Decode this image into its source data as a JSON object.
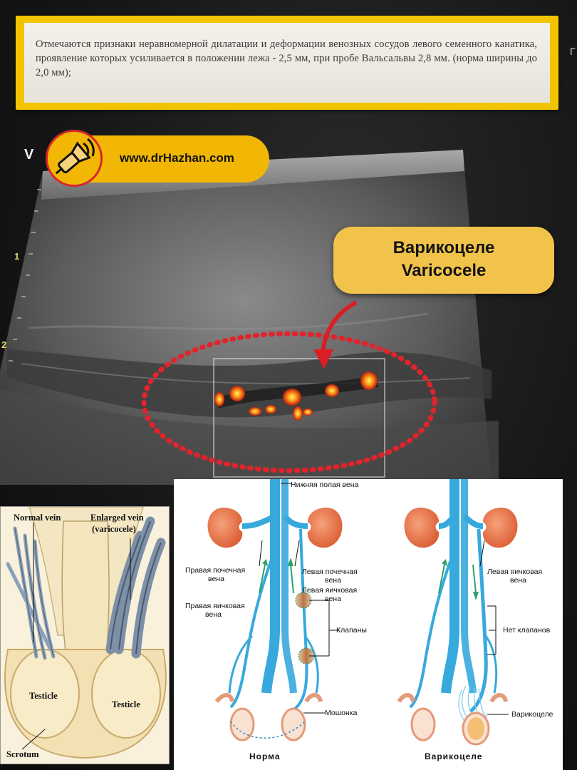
{
  "report": {
    "text": "Отмечаются признаки неравномерной дилатации и деформации венозных сосудов левого семенного канатика, проявление которых усиливается в положении лежа - 2,5 мм, при пробе Вальсальвы 2,8 мм. (норма ширины до 2,0 мм);"
  },
  "ultrasound": {
    "marker": "V",
    "depth_labels": [
      "1",
      "2"
    ]
  },
  "website": {
    "label": "www.drHazhan.com",
    "icon": "ultrasound-probe-icon"
  },
  "callout": {
    "line1": "Варикоцеле",
    "line2": "Varicocele"
  },
  "left_illustration": {
    "normal_vein": "Normal vein",
    "enlarged_vein_1": "Enlarged vein",
    "enlarged_vein_2": "(varicocele)",
    "testicle_left": "Testicle",
    "testicle_right": "Testicle",
    "scrotum": "Scrotum"
  },
  "right_diagram": {
    "ivc": "Нижняя полая вена",
    "right_renal_1": "Правая почечная",
    "right_renal_2": "вена",
    "left_renal_1": "Левая почечная",
    "left_renal_2": "вена",
    "left_testicular_1": "Левая яичковая",
    "left_testicular_2": "вена",
    "right_testicular_1": "Правая яичковая",
    "right_testicular_2": "вена",
    "valves": "Клапаны",
    "scrotum": "Мошонка",
    "left_testicular_b1": "Левая яичковая",
    "left_testicular_b2": "вена",
    "no_valves": "Нет клапанов",
    "varicocele": "Варикоцеле",
    "caption_normal": "Норма",
    "caption_varicocele": "Варикоцеле"
  },
  "colors": {
    "accent_yellow": "#f2b705",
    "callout_yellow": "#f2c34a",
    "dotted_red": "#e0242b",
    "vein_blue": "#37a9dc",
    "kidney": "#e77a4a"
  }
}
